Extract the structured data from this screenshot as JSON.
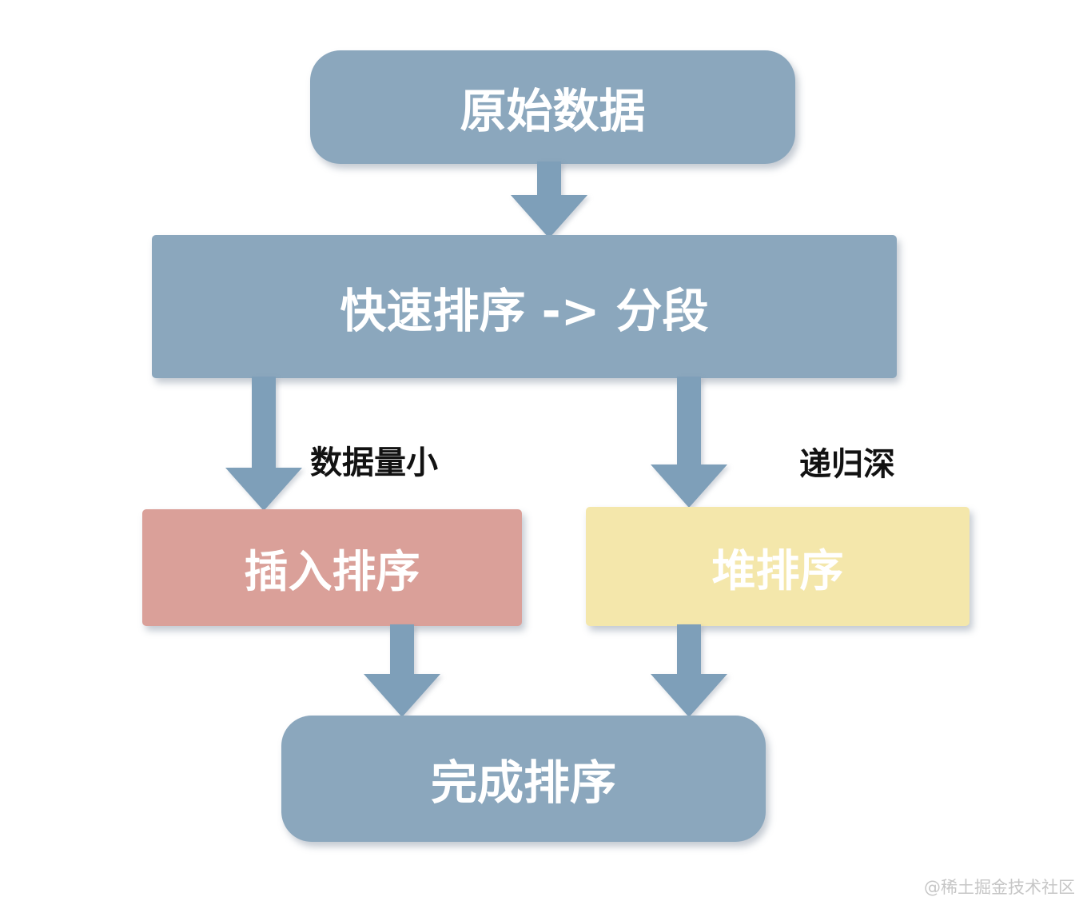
{
  "diagram": {
    "type": "flowchart",
    "nodes": [
      {
        "id": "source",
        "label": "原始数据",
        "fill": "#8BA7BD",
        "shape": "rounded"
      },
      {
        "id": "quicksort",
        "label": "快速排序 -> 分段",
        "fill": "#8BA7BD",
        "shape": "rect"
      },
      {
        "id": "insertion-sort",
        "label": "插入排序",
        "fill": "#DAA099",
        "shape": "rect"
      },
      {
        "id": "heap-sort",
        "label": "堆排序",
        "fill": "#F4E7AB",
        "shape": "rect"
      },
      {
        "id": "finished",
        "label": "完成排序",
        "fill": "#8BA7BD",
        "shape": "rounded"
      }
    ],
    "edges": [
      {
        "from": "source",
        "to": "quicksort",
        "label": ""
      },
      {
        "from": "quicksort",
        "to": "insertion-sort",
        "label": "数据量小"
      },
      {
        "from": "quicksort",
        "to": "heap-sort",
        "label": "递归深"
      },
      {
        "from": "insertion-sort",
        "to": "finished",
        "label": ""
      },
      {
        "from": "heap-sort",
        "to": "finished",
        "label": ""
      }
    ]
  },
  "watermark": "@稀土掘金技术社区",
  "colors": {
    "node_blue": "#8BA7BD",
    "arrow_blue": "#7E9FB9",
    "node_pink": "#DAA099",
    "node_yellow": "#F4E7AB",
    "node_text": "#FFFFFF",
    "edge_label": "#121212",
    "watermark_gray": "#C6C6C6",
    "background": "#FFFFFF"
  }
}
